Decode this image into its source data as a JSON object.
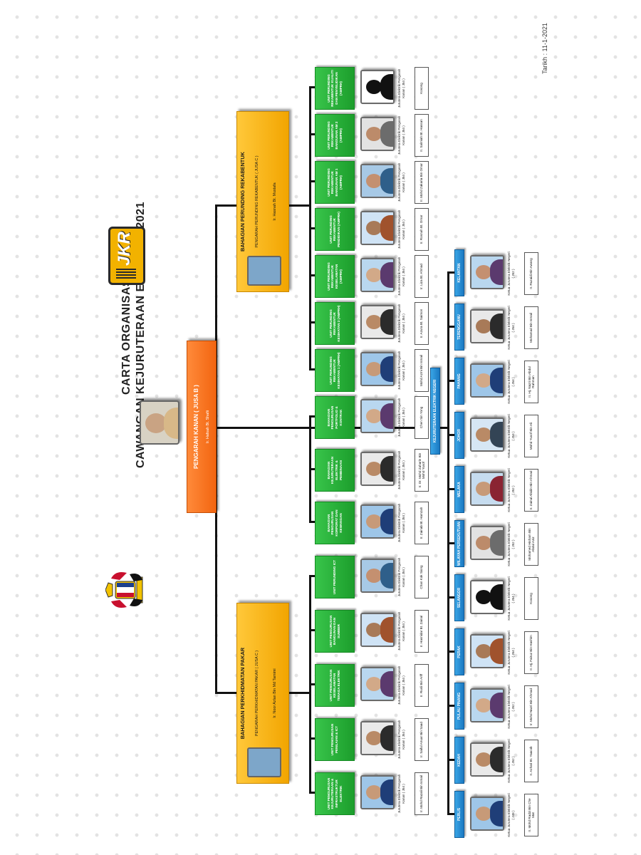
{
  "header": {
    "title_line1": "CARTA ORGANISASI",
    "title_line2": "CAWANGAN KEJURUTERAAN ELEKTRIK 2021",
    "date": "Tarikh : 11-1-2021"
  },
  "director": {
    "title": "PENGARAH KANAN ( JUSA B )",
    "name": "Ir. Hafsah Bt. Shafii"
  },
  "divisions": {
    "pakar": {
      "title": "BAHAGIAN PERKHIDMATAN PAKAR",
      "subtitle": "PENGARAH PERKHIDMATAN PAKAR ( JUSA C )",
      "name": "Ir. Noor Azlan Bin Md Tamimi"
    },
    "rekabentuk": {
      "title": "BAHAGIAN PERUNDING REKABENTUK",
      "subtitle": "PENGARAH PERUNDING REKABENTUK ( JUSA C )",
      "name": "Ir. Hasnah Bt. Mustafa"
    }
  },
  "pakar_units": [
    {
      "unit": "UNIT PENGURUSAN KEJURUTERAAN & INFRASTRUKTUR ELEKTRIK",
      "role": "Jurutera Elektrik Pengarah Kanan ( J54 )",
      "name": "Ir. Mohd Razali Bin Ismail"
    },
    {
      "unit": "UNIT PENGURUSAN PENILAIAN & ICT",
      "role": "Jurutera Elektrik Pengarah Kanan ( J54 )",
      "name": "Ir. Saiful Anuar Bin Saad"
    },
    {
      "unit": "UNIT PENGURUSAN KESELAMATAN TENAGA ELEKTRIK",
      "role": "Jurutera Elektrik Pengarah Kanan ( J54 )",
      "name": "Ir. Rusli Bin Ariff"
    },
    {
      "unit": "UNIT PENGURUSAN BANGUNAN DAN SUMBER",
      "role": "Jurutera Elektrik Pengarah Kanan ( J54 )",
      "name": "Ir. Hasnidar Bt. Zainal"
    },
    {
      "unit": "UNIT PERUNDING ICT",
      "role": "Jurutera Elektrik Pengarah Kanan ( J54 )",
      "name": "Chan Kok Siong"
    }
  ],
  "direct_units": [
    {
      "unit": "BAHAGIAN PENGURUSAN KORPORAT DAN KEWANGAN",
      "role": "Jurutera Elektrik Pengarah Kanan ( J54 )",
      "name": "Ir. Zainab Bt. Hamzah"
    },
    {
      "unit": "BAHAGIAN KEJURUTERAAN ELEKTRIK & PEMBINAAN",
      "role": "Jurutera Elektrik Pengarah Kanan ( J54 )",
      "name": "Ir. Dr. Mohd Zaharin Bin Mohd Yusof"
    },
    {
      "unit": "BAHAGIAN PENGURUSAN PORTFOLIO & KONTRAK",
      "role": "Jurutera Elektrik Pengarah Kanan ( J54 )",
      "name": "Chen Sin Yong"
    }
  ],
  "rekabentuk_units": [
    {
      "unit": "UNIT PERUNDING REKABENTUK KESIHATAN 1 (AMPRH)",
      "role": "Jurutera Elektrik Pengarah Kanan ( J54 )",
      "name": "Mohd Azmi Bin Ismail"
    },
    {
      "unit": "UNIT PERUNDING REKABENTUK KESIHATAN 2 (AMPRH)",
      "role": "Jurutera Elektrik Pengarah Kanan ( J54 )",
      "name": "Ir. Azura Bt. Saimon"
    },
    {
      "unit": "UNIT PERUNDING REKABENTUK KESELAMATAN (AMPRH)",
      "role": "Jurutera Elektrik Pengarah Kanan ( J54 )",
      "name": "Ir. Liza Bt. Ahmad"
    },
    {
      "unit": "UNIT PERUNDING REKABENTUK PENDIDIKAN (AMPRH)",
      "role": "Jurutera Elektrik Pengarah Kanan ( J54 )",
      "name": "Ir. Rosnah Bt. Omar"
    },
    {
      "unit": "UNIT PERUNDING REKABENTUK BANGUNAN AM 1 (AMPRH)",
      "role": "Jurutera Elektrik Pengarah Kanan ( J54 )",
      "name": "Ir. Mohd Zakaria Bin Omar"
    },
    {
      "unit": "UNIT PERUNDING REKABENTUK BANGUNAN AM 2 (AMPRH)",
      "role": "Jurutera Elektrik Pengarah Kanan ( J54 )",
      "name": "Ir. Salmiah Bt. Hassan"
    },
    {
      "unit": "UNIT PERUNDING REKABENTUK KUALITI DAN PENYELIDIKAN (AMPRH)",
      "role": "Jurutera Elektrik Pengarah Kanan ( J54 )",
      "name": "Kosong"
    }
  ],
  "negeri_header": "KEJURUTERAAN ELEKTRIK NEGERI",
  "negeri": [
    {
      "state": "PERLIS",
      "role": "Ketua Jurutera Elektrik Negeri ( J48 )",
      "name": "Ir. Mohd Radzi Bin Che Mat"
    },
    {
      "state": "KEDAH",
      "role": "Ketua Jurutera Elektrik Negeri ( J52 )",
      "name": "Ir. Azhari Bt. Yaacob"
    },
    {
      "state": "PULAU PINANG",
      "role": "Ketua Jurutera Elektrik Negeri ( J52 )",
      "name": "Ir. Mohd Nazri Bin Ahmad"
    },
    {
      "state": "PERAK",
      "role": "Ketua Jurutera Elektrik Negeri ( J54 )",
      "name": "Ir. Hj. Fairuz Bin Hashim"
    },
    {
      "state": "SELANGOR",
      "role": "Ketua Jurutera Elektrik Negeri ( J54 )",
      "name": "Kosong"
    },
    {
      "state": "WILAYAH PERSEKUTUAN",
      "role": "Ketua Jurutera Elektrik Negeri ( J52 )",
      "name": "Mohamed Hisham Bin Abdul Aziz"
    },
    {
      "state": "MELAKA",
      "role": "Ketua Jurutera Elektrik Negeri ( J52 )",
      "name": "Ir. Zainal Abidin Bin Ahmad"
    },
    {
      "state": "JOHOR",
      "role": "Ketua Jurutera Elektrik Negeri ( J54 )",
      "name": "Mohd Yusof Bin Ali"
    },
    {
      "state": "PAHANG",
      "role": "Ketua Jurutera Elektrik Negeri ( J54 )",
      "name": "Ir. Hj. Nazri Bin Abdul Rahman"
    },
    {
      "state": "TERENGGANU",
      "role": "Ketua Jurutera Elektrik Negeri ( J54 )",
      "name": "Mohamad Bin Ismail"
    },
    {
      "state": "KELANTAN",
      "role": "Ketua Jurutera Elektrik Negeri ( J52 )",
      "name": "Ir. Ruzaidi Bin Awang"
    }
  ],
  "colors": {
    "unit_box": "#22a832",
    "division_box": "#f7b21a",
    "director_box": "#f5731c",
    "state_box": "#2a8fd6"
  },
  "icons": {
    "logo": "jkr-logo",
    "crest": "malaysia-coat-of-arms"
  }
}
